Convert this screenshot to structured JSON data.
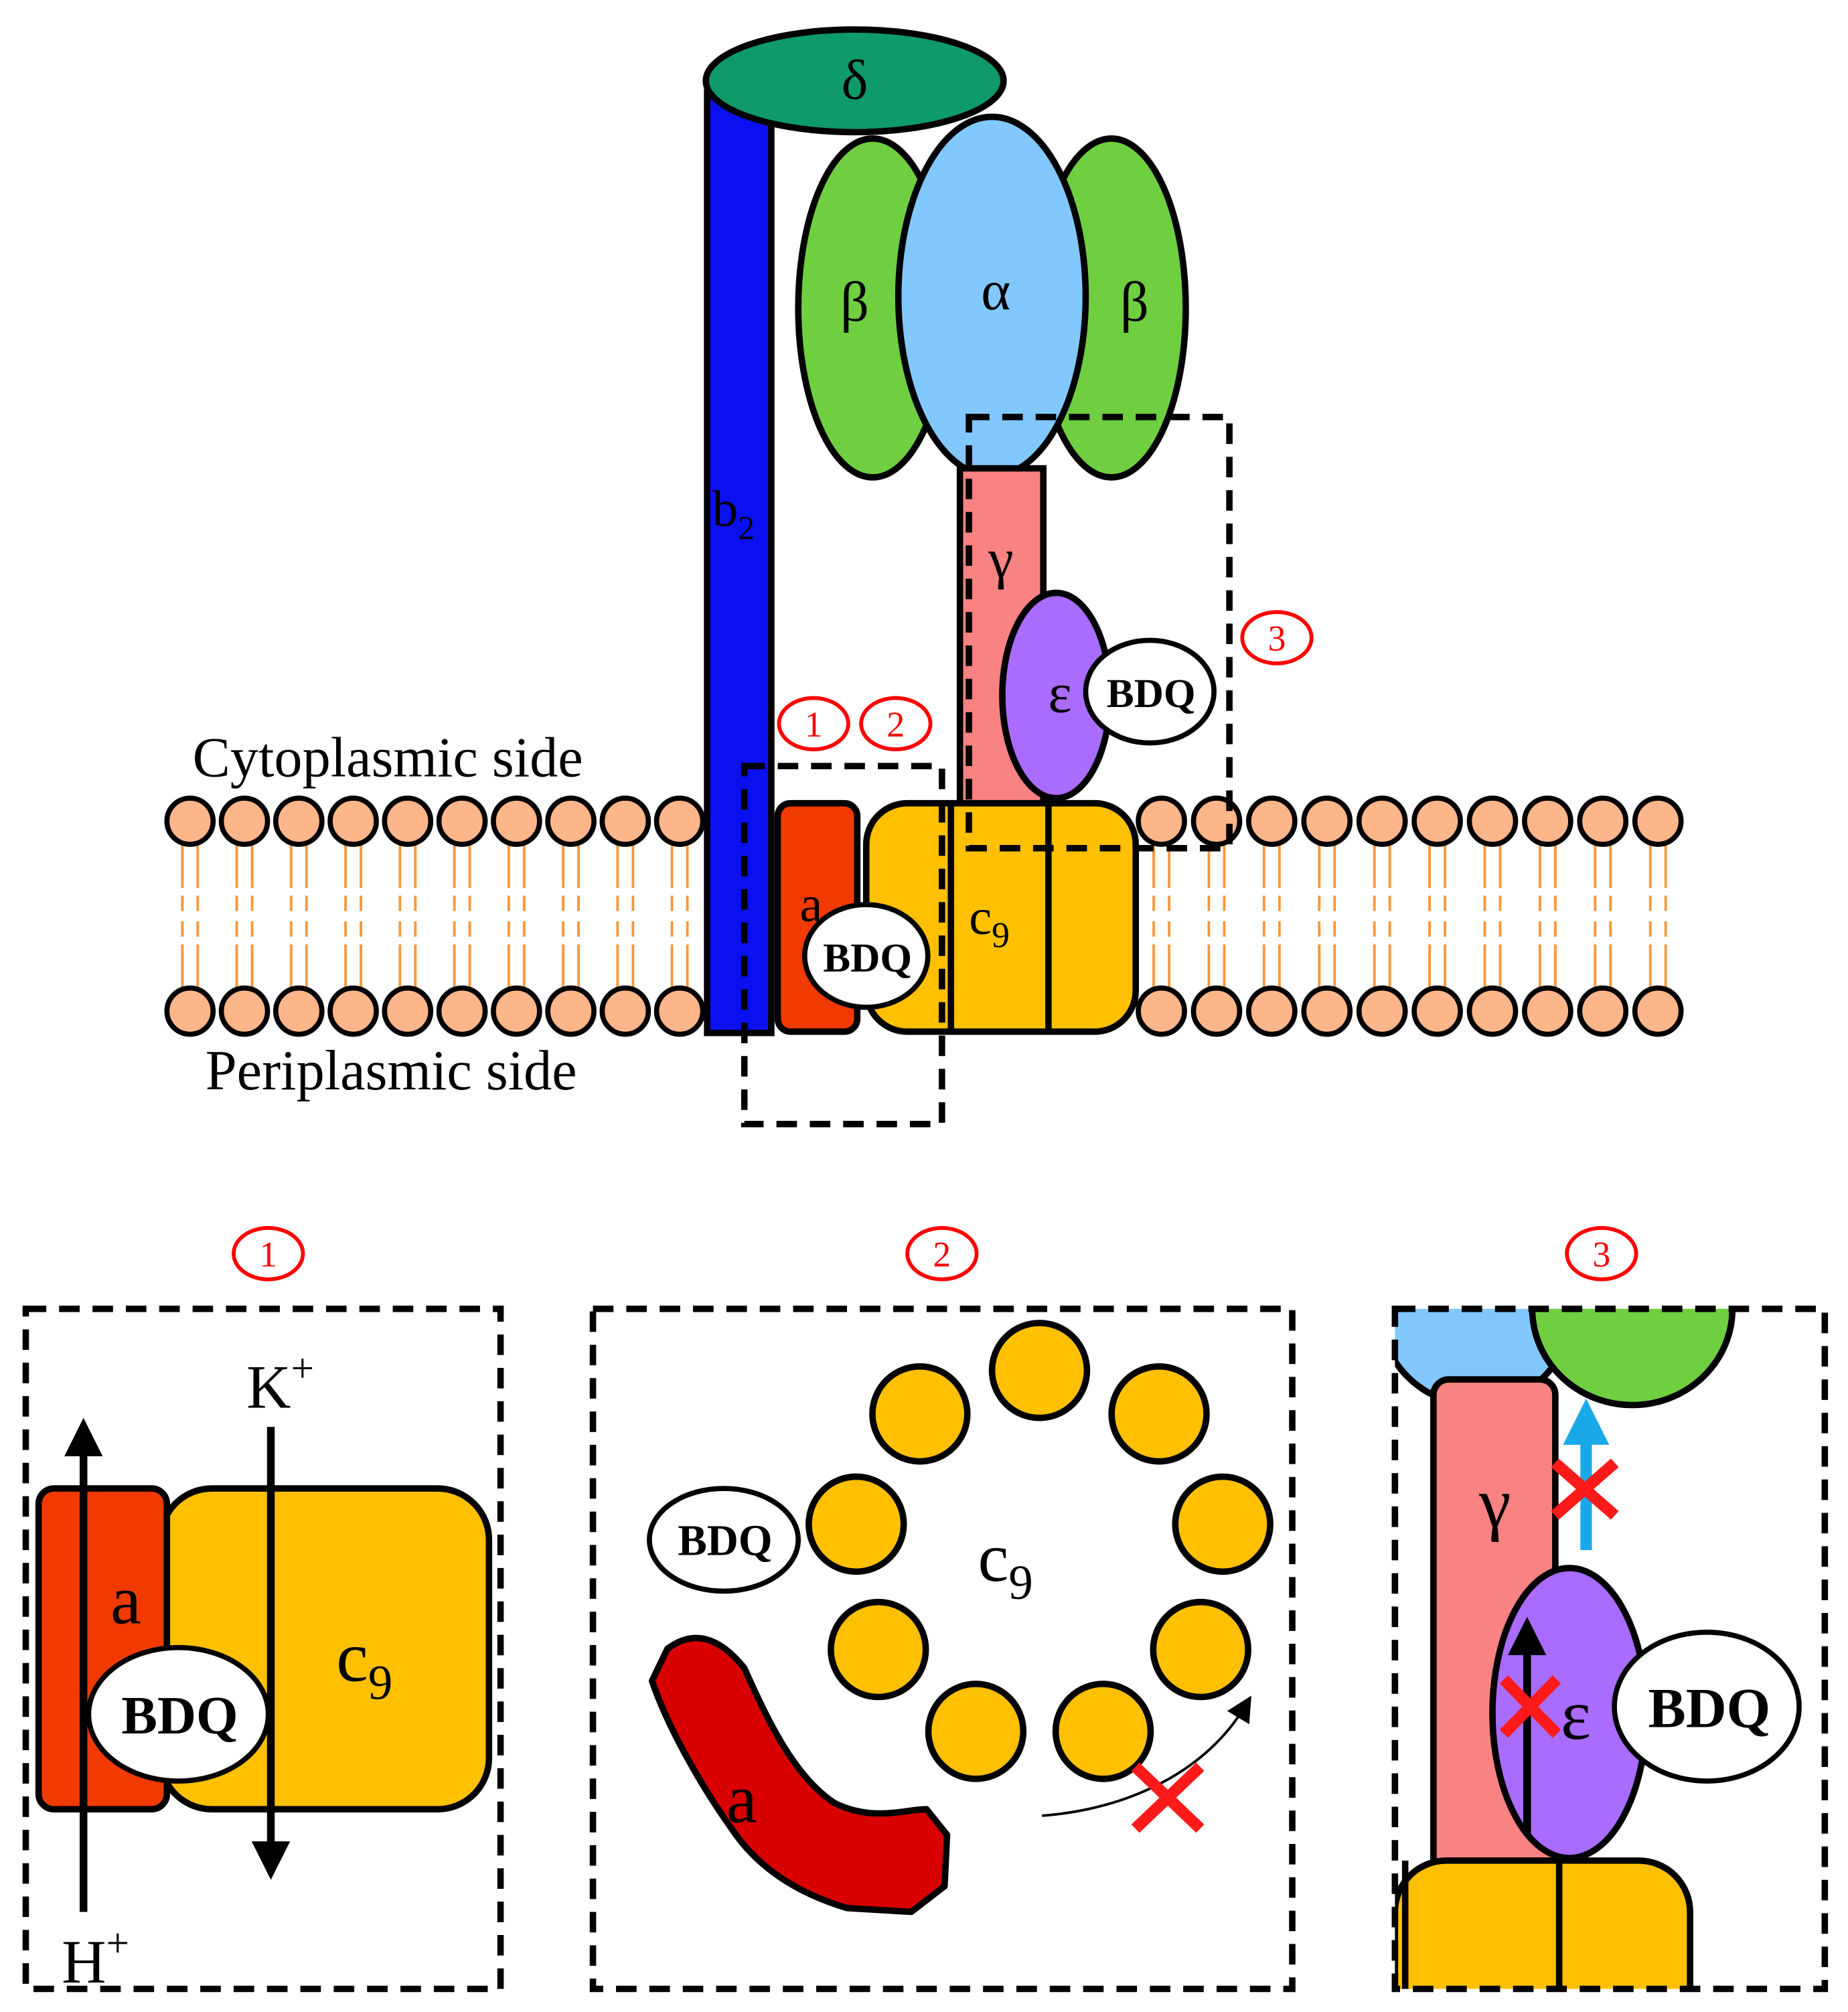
{
  "labels": {
    "delta": "δ",
    "alpha": "α",
    "beta": "β",
    "b_main": "b",
    "b_sub": "2",
    "gamma": "γ",
    "epsilon": "ε",
    "subunit_a": "a",
    "c_main": "c",
    "c_sub": "9",
    "bdq": "BDQ",
    "cytoplasmic_side": "Cytoplasmic side",
    "periplasmic_side": "Periplasmic side",
    "k_main": "K",
    "h_main": "H",
    "ion_charge": "+"
  },
  "callouts": {
    "one": "1",
    "two": "2",
    "three": "3"
  },
  "colors": {
    "delta": "#0f9a6a",
    "beta": "#6fcf40",
    "alpha": "#82c8ff",
    "b2": "#0b10f0",
    "gamma": "#f98282",
    "epsilon": "#a96cff",
    "subunit_a_top": "#f03a00",
    "subunit_a_panel2": "#d80000",
    "c9": "#fec000",
    "lipid_head": "#fdb58a",
    "lipid_tail": "#f8973d",
    "callout_red": "#ff0000",
    "blocked_x": "#ff1a1a",
    "blue_arrow": "#1aa9e8"
  }
}
